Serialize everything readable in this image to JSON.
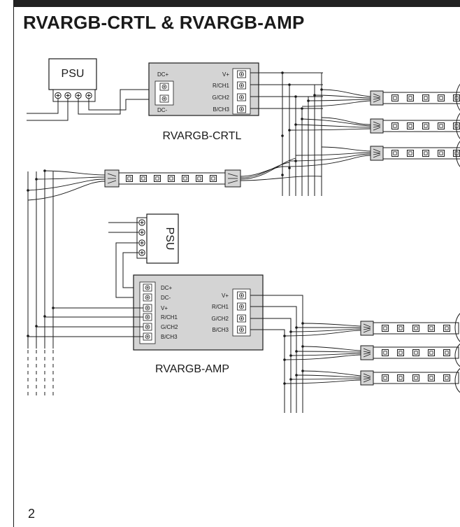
{
  "page": {
    "title": "RVARGB-CRTL & RVARGB-AMP",
    "page_number": "2"
  },
  "psu_top": {
    "label": "PSU"
  },
  "controller": {
    "name": "RVARGB-CRTL",
    "input_labels": [
      "DC+",
      "DC-"
    ],
    "output_labels": [
      "V+",
      "R/CH1",
      "G/CH2",
      "B/CH3"
    ]
  },
  "psu_mid": {
    "label": "PSU"
  },
  "amplifier": {
    "name": "RVARGB-AMP",
    "input_labels": [
      "DC+",
      "DC-",
      "V+",
      "R/CH1",
      "G/CH2",
      "B/CH3"
    ],
    "output_labels": [
      "V+",
      "R/CH1",
      "G/CH2",
      "B/CH3"
    ]
  },
  "colors": {
    "module_fill": "#d4d4d4",
    "line": "#1a1a1a",
    "title_bar": "#222222"
  },
  "icons": [
    "terminal-screw-icon",
    "led-chip-icon",
    "strip-connector-icon"
  ]
}
